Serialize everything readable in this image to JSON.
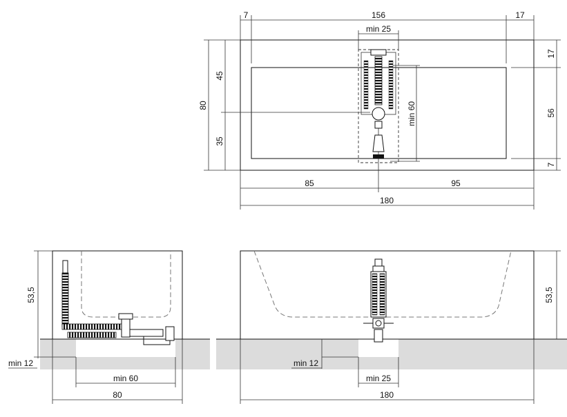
{
  "top_view": {
    "dims": {
      "top_left": "7",
      "top_mid": "156",
      "top_right": "17",
      "min_25": "min 25",
      "left_total": "80",
      "left_upper": "45",
      "left_lower": "35",
      "min_60": "min 60",
      "right_top": "17",
      "right_mid": "56",
      "right_bottom": "7",
      "bottom_left": "85",
      "bottom_right": "95",
      "bottom_total": "180"
    }
  },
  "side_view": {
    "dims": {
      "height": "53,5",
      "min_12": "min 12",
      "min_60": "min  60",
      "width": "80"
    }
  },
  "front_view": {
    "dims": {
      "min_12": "min 12",
      "min_25": "min  25",
      "width": "180",
      "height": "53,5"
    }
  },
  "colors": {
    "line": "#111111",
    "floor": "#dcdcdc",
    "dashed": "#777777"
  }
}
